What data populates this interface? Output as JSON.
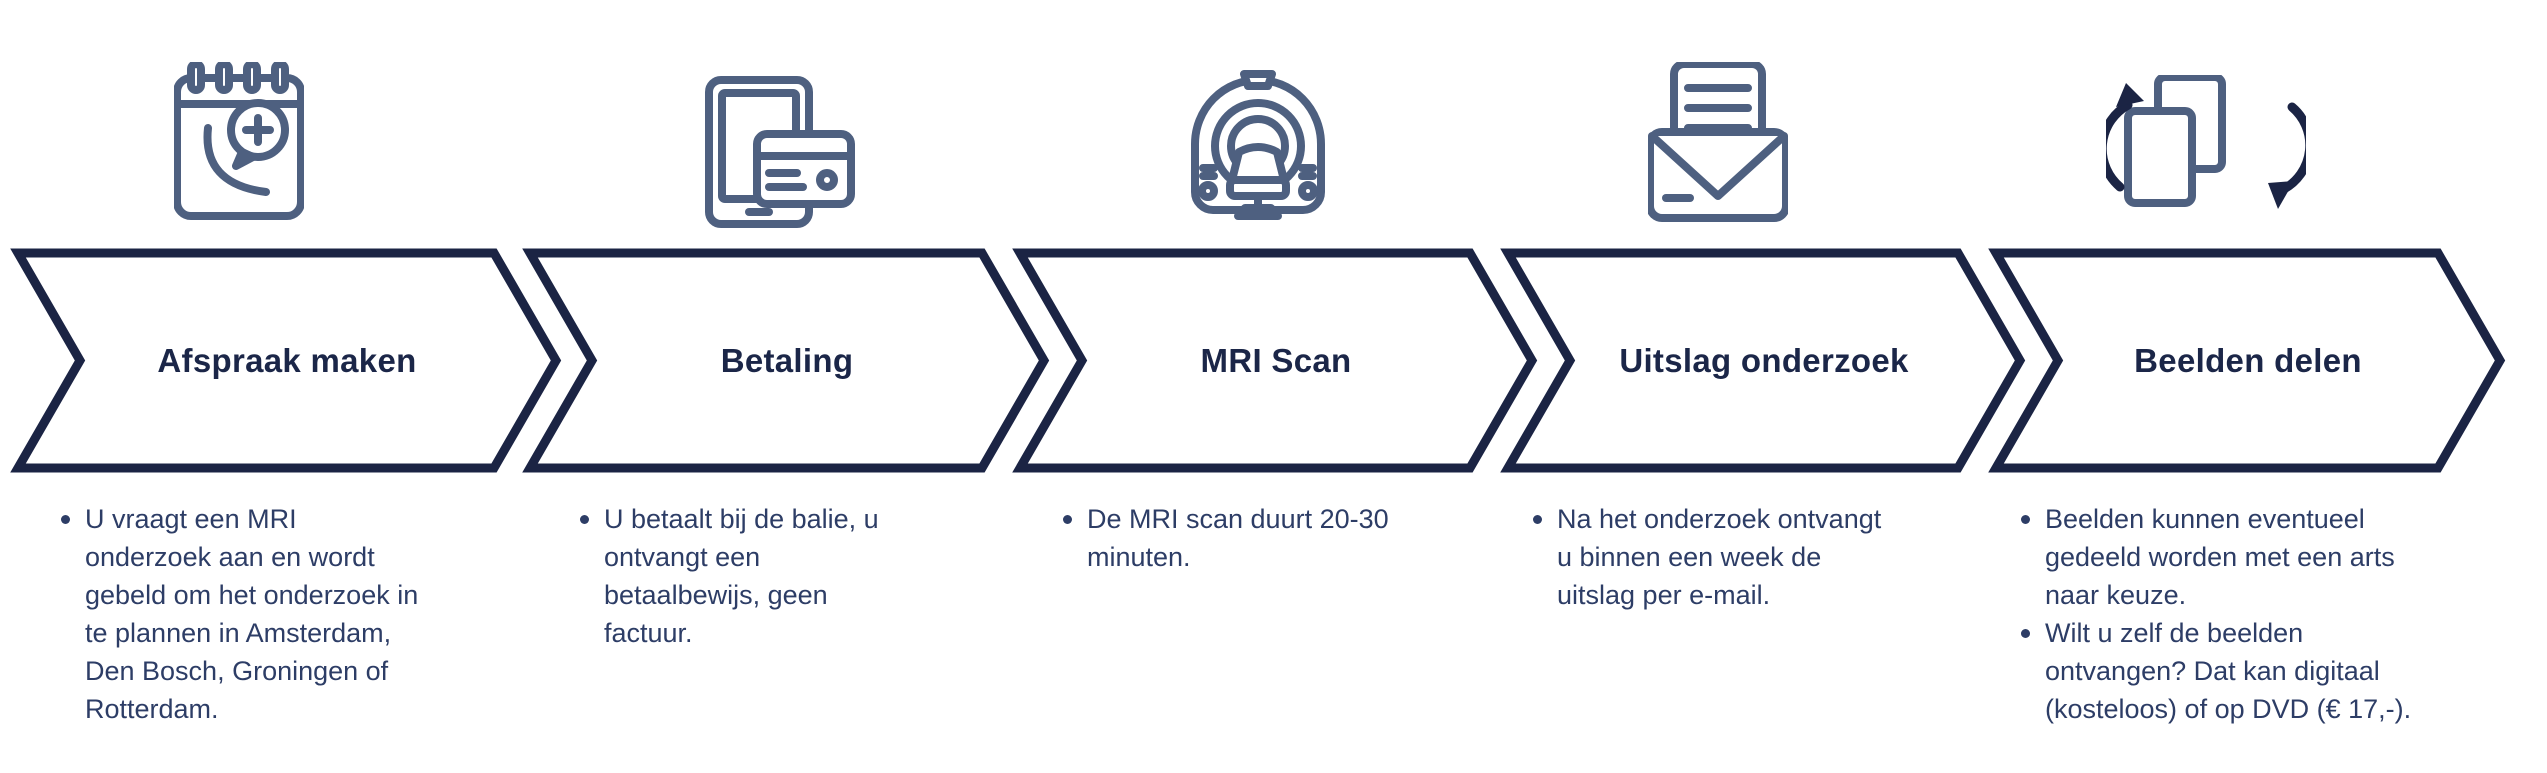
{
  "diagram": {
    "title_semantic": "MRI onderzoek proces stappen",
    "colors": {
      "chevron_navy": "#1b2444",
      "icon_slate": "#4e6080",
      "title_text": "#1b2648",
      "body_text": "#2d3d66",
      "background": "#ffffff"
    },
    "steps": [
      {
        "title": "Afspraak maken",
        "icon": "calendar-phone-icon",
        "bullets": [
          "U vraagt een MRI\nonderzoek aan en wordt\ngebeld om het onderzoek in\nte plannen in Amsterdam,\nDen Bosch, Groningen of\nRotterdam."
        ]
      },
      {
        "title": "Betaling",
        "icon": "tablet-payment-icon",
        "bullets": [
          "U betaalt bij de balie, u\nontvangt een\nbetaalbewijs, geen\nfactuur."
        ]
      },
      {
        "title": "MRI Scan",
        "icon": "mri-scanner-icon",
        "bullets": [
          "De MRI scan duurt 20-30\nminuten."
        ]
      },
      {
        "title": "Uitslag onderzoek",
        "icon": "envelope-letter-icon",
        "bullets": [
          "Na het onderzoek ontvangt\nu binnen een week de\nuitslag per e-mail."
        ]
      },
      {
        "title": "Beelden delen",
        "icon": "share-images-icon",
        "bullets": [
          "Beelden kunnen eventueel\ngedeeld worden met een arts\nnaar keuze.",
          "Wilt u zelf de beelden\nontvangen? Dat kan digitaal\n(kosteloos) of op DVD (€ 17,-)."
        ]
      }
    ]
  }
}
